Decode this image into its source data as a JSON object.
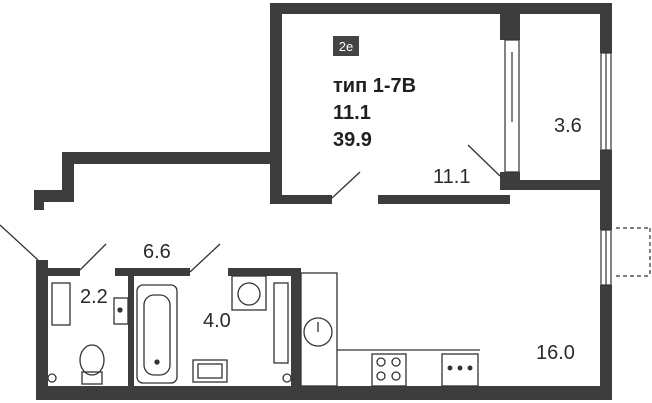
{
  "colors": {
    "wall": "#3d3d3d",
    "line": "#333333",
    "badge": "#444444",
    "background": "#ffffff"
  },
  "badge": "2e",
  "apartment": {
    "type_label": "тип 1-7В",
    "living_area": "11.1",
    "total_area": "39.9"
  },
  "rooms": {
    "loggia": "3.6",
    "bedroom": "11.1",
    "hallway": "6.6",
    "toilet": "2.2",
    "bathroom": "4.0",
    "kitchen_living": "16.0"
  }
}
